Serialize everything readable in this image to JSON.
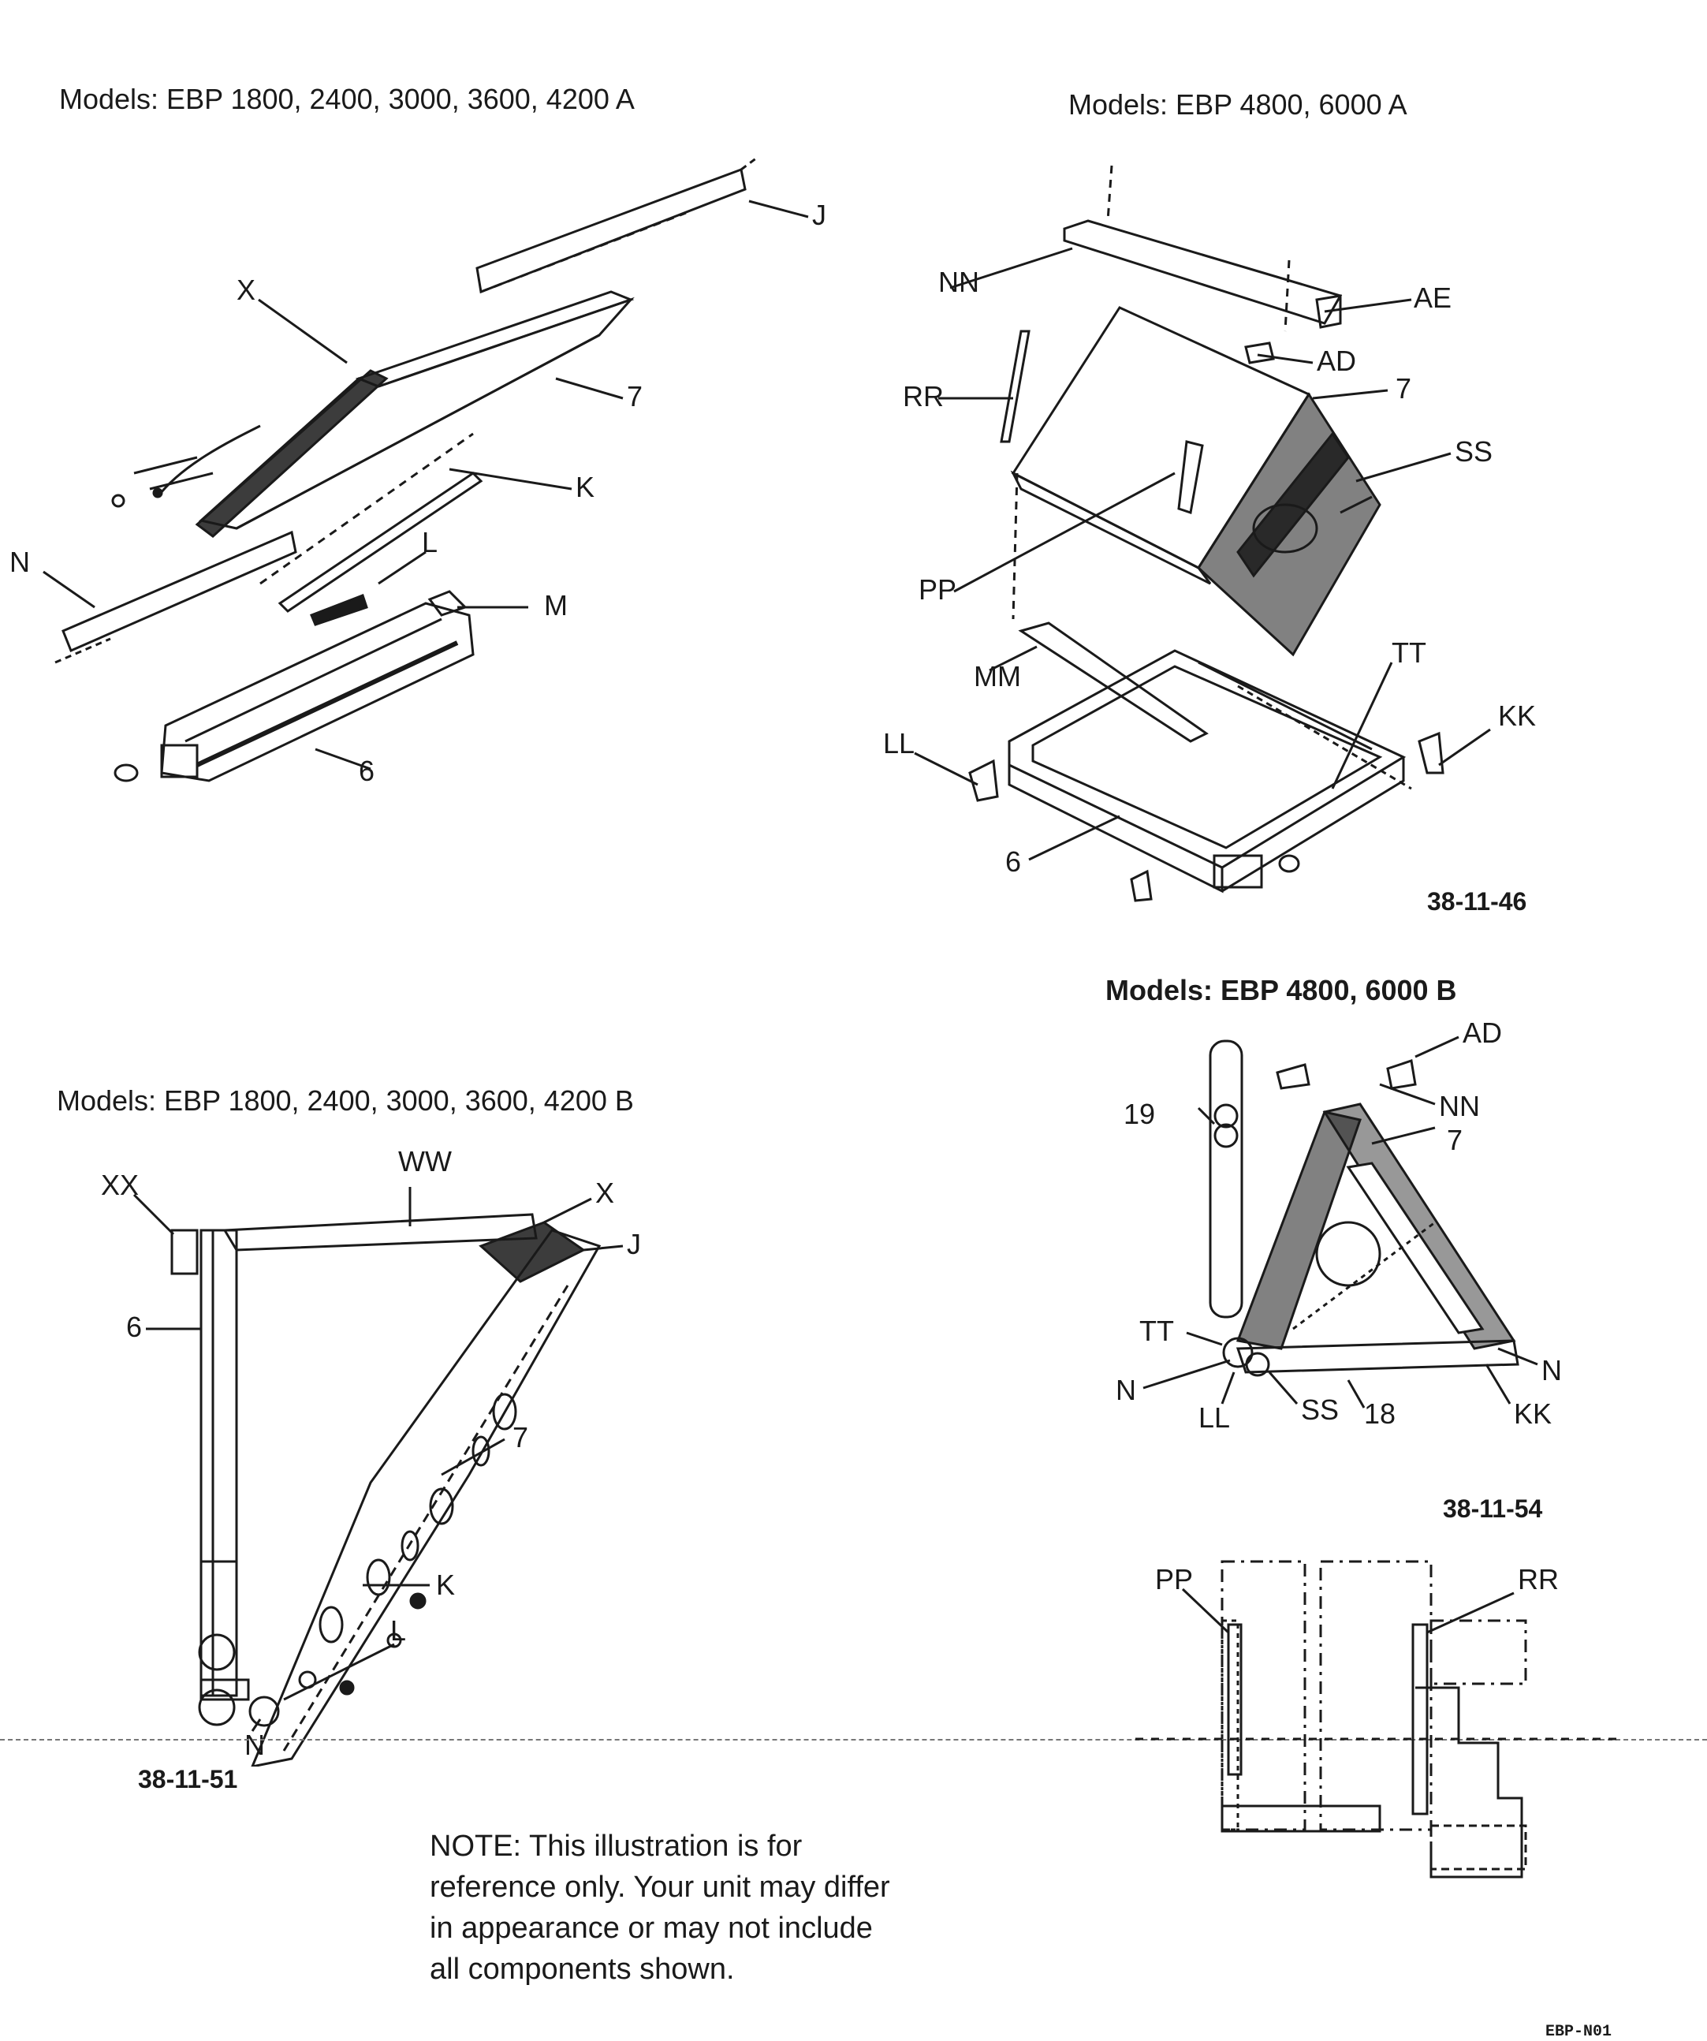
{
  "colors": {
    "ink": "#1a1a1a",
    "paper": "#ffffff"
  },
  "sections": {
    "a_small": {
      "title": "Models: EBP 1800, 2400, 3000, 3600, 4200 A",
      "labels": {
        "J": "J",
        "X": "X",
        "seven": "7",
        "K": "K",
        "N": "N",
        "L": "L",
        "M": "M",
        "six": "6"
      }
    },
    "a_large": {
      "title": "Models: EBP 4800, 6000 A",
      "labels": {
        "NN": "NN",
        "AE": "AE",
        "AD": "AD",
        "RR": "RR",
        "seven": "7",
        "SS": "SS",
        "PP": "PP",
        "MM": "MM",
        "TT": "TT",
        "LL": "LL",
        "KK": "KK",
        "six": "6"
      },
      "ref": "38-11-46"
    },
    "b_large": {
      "title": "Models: EBP 4800, 6000 B",
      "labels": {
        "AD": "AD",
        "NN": "NN",
        "nineteen": "19",
        "seven": "7",
        "TT": "TT",
        "N_right": "N",
        "N_left": "N",
        "LL": "LL",
        "SS": "SS",
        "eighteen": "18",
        "KK": "KK"
      },
      "ref": "38-11-54"
    },
    "b_small": {
      "title": "Models: EBP 1800, 2400, 3000, 3600, 4200 B",
      "labels": {
        "XX": "XX",
        "WW": "WW",
        "X": "X",
        "J": "J",
        "six": "6",
        "seven": "7",
        "K": "K",
        "L": "L",
        "N": "N"
      },
      "ref": "38-11-51"
    },
    "side_view": {
      "labels": {
        "PP": "PP",
        "RR": "RR"
      }
    }
  },
  "note": "NOTE:     This illustration is for reference only.   Your unit may differ in appearance or may not include all components shown.",
  "corner_code": "EBP-N01"
}
